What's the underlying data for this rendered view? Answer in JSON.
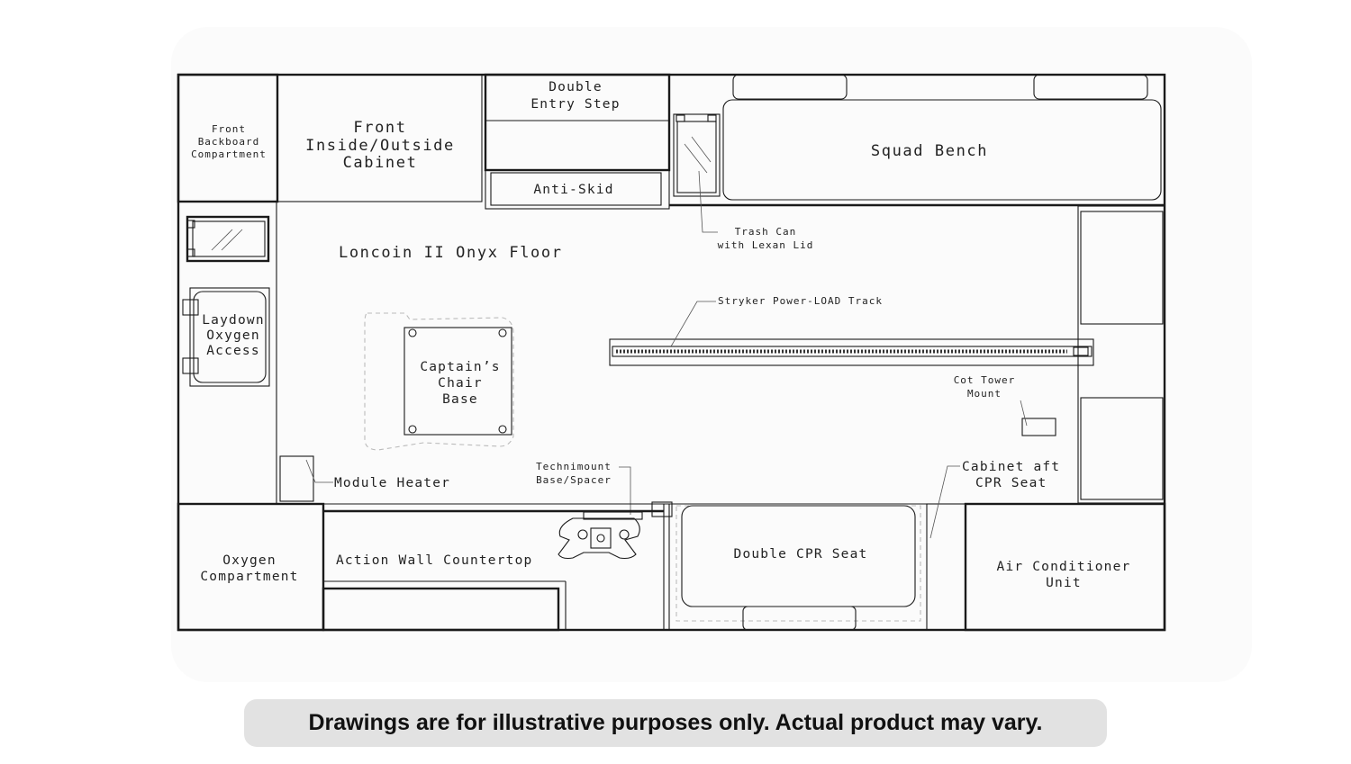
{
  "floor_plan": {
    "front_backboard": [
      "Front",
      "Backboard",
      "Compartment"
    ],
    "front_cabinet": [
      "Front",
      "Inside/Outside",
      "Cabinet"
    ],
    "entry_step": [
      "Double",
      "Entry Step"
    ],
    "anti_skid": "Anti-Skid",
    "squad_bench": "Squad Bench",
    "trash_can": [
      "Trash Can",
      "with Lexan Lid"
    ],
    "floor": "Loncoin II Onyx Floor",
    "stryker_track": "Stryker Power-LOAD Track",
    "laydown_oxygen": [
      "Laydown",
      "Oxygen",
      "Access"
    ],
    "captains_chair": [
      "Captain’s",
      "Chair",
      "Base"
    ],
    "cot_tower": [
      "Cot Tower",
      "Mount"
    ],
    "module_heater": "Module Heater",
    "technimount": [
      "Technimount",
      "Base/Spacer"
    ],
    "cabinet_aft": [
      "Cabinet aft",
      "CPR Seat"
    ],
    "oxygen_compartment": [
      "Oxygen",
      "Compartment"
    ],
    "action_wall": "Action Wall Countertop",
    "double_cpr": "Double CPR Seat",
    "air_conditioner": [
      "Air Conditioner",
      "Unit"
    ]
  },
  "disclaimer": "Drawings are for illustrative purposes only. Actual product may vary."
}
